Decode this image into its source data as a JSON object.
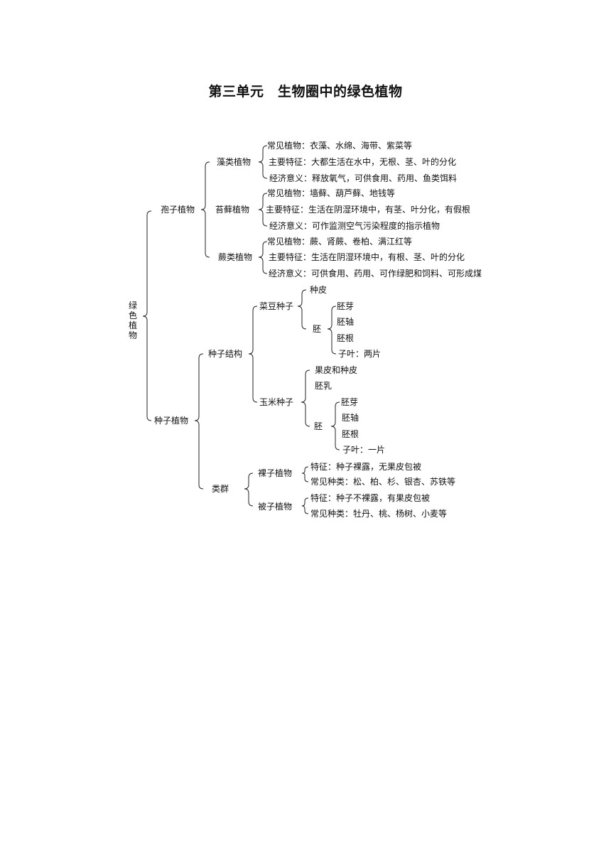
{
  "title": "第三单元　生物圈中的绿色植物",
  "root": "绿色植物",
  "spore": {
    "label": "孢子植物",
    "algae": {
      "label": "藻类植物",
      "items": [
        "常见植物：衣藻、水绵、海带、紫菜等",
        "主要特征：大都生活在水中，无根、茎、叶的分化",
        "经济意义：释放氧气，可供食用、药用、鱼类饵料"
      ]
    },
    "moss": {
      "label": "苔藓植物",
      "items": [
        "常见植物：墙藓、葫芦藓、地钱等",
        "主要特征：生活在阴湿环境中，有茎、叶分化，有假根",
        "经济意义：可作监测空气污染程度的指示植物"
      ]
    },
    "fern": {
      "label": "蕨类植物",
      "items": [
        "常见植物：蕨、肾蕨、卷柏、满江红等",
        "主要特征：生活在阴湿环境中，有根、茎、叶的分化",
        "经济意义：可供食用、药用、可作绿肥和饲料、可形成煤"
      ]
    }
  },
  "seed": {
    "label": "种子植物",
    "structure": {
      "label": "种子结构",
      "bean": {
        "label": "菜豆种子",
        "coat": "种皮",
        "embryo": "胚",
        "embryo_parts": [
          "胚芽",
          "胚轴",
          "胚根",
          "子叶：两片"
        ]
      },
      "corn": {
        "label": "玉米种子",
        "coat": "果皮和种皮",
        "endosperm": "胚乳",
        "embryo": "胚",
        "embryo_parts": [
          "胚芽",
          "胚轴",
          "胚根",
          "子叶：一片"
        ]
      }
    },
    "groups": {
      "label": "类群",
      "gymno": {
        "label": "裸子植物",
        "items": [
          "特征：种子裸露，无果皮包被",
          "常见种类：松、柏、杉、银杏、苏铁等"
        ]
      },
      "angio": {
        "label": "被子植物",
        "items": [
          "特征：种子不裸露，有果皮包被",
          "常见种类：牡丹、桃、杨树、小麦等"
        ]
      }
    }
  }
}
